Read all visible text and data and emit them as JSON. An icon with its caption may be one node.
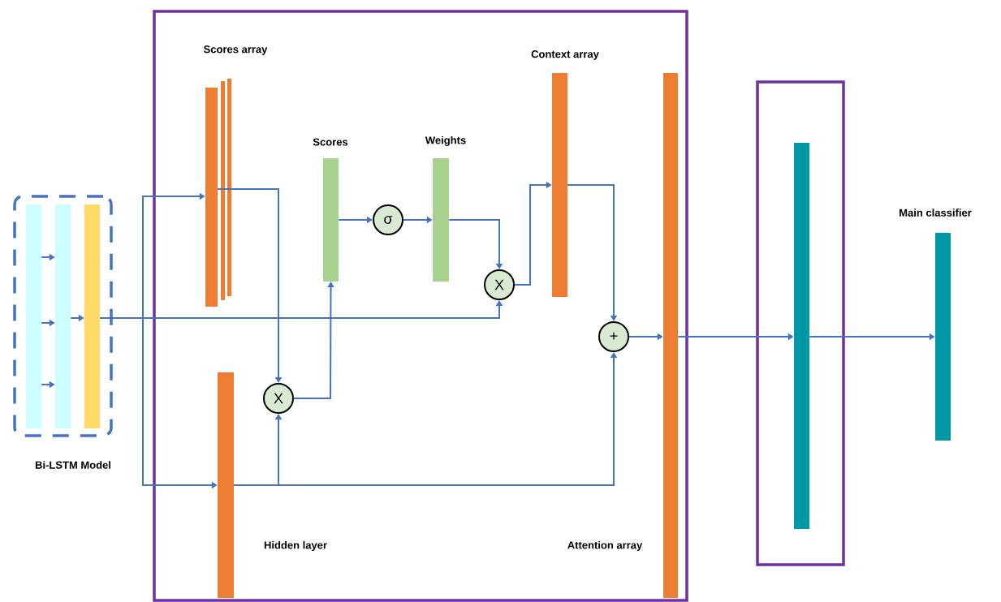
{
  "diagram": {
    "nodes": [
      {
        "text": [
          "Bi-LSTM Model"
        ]
      },
      {
        "text": [],
        "shape": "bar",
        "in": 0
      },
      {
        "text": [],
        "shape": "bar",
        "in": 0
      },
      {
        "text": [],
        "shape": "bar",
        "in": 0
      },
      {
        "text": [],
        "shape": "box"
      },
      {
        "text": [
          "Scores array"
        ],
        "in": 4
      },
      {
        "text": [
          "Hidden layer"
        ],
        "in": 4
      },
      {
        "text": [
          "Scores"
        ],
        "in": 4
      },
      {
        "text": [
          "Weights"
        ],
        "in": 4
      },
      {
        "text": [
          "Context array"
        ],
        "in": 4
      },
      {
        "text": [
          "Attention array"
        ],
        "in": 4
      },
      {
        "text": [
          "X"
        ],
        "in": 4
      },
      {
        "text": [
          "σ"
        ],
        "in": 4
      },
      {
        "text": [
          "X"
        ],
        "in": 4
      },
      {
        "text": [
          "+"
        ],
        "in": 4
      },
      {
        "text": [],
        "shape": "box"
      },
      {
        "text": [],
        "shape": "bar",
        "in": 15
      },
      {
        "text": [
          "Main classifier"
        ]
      }
    ],
    "edges": [
      {
        "from": 1,
        "to": 2,
        "arrow": "to"
      },
      {
        "from": 1,
        "to": 2,
        "arrow": "to"
      },
      {
        "from": 1,
        "to": 2,
        "arrow": "to"
      },
      {
        "from": 2,
        "to": 3,
        "arrow": "to"
      },
      {
        "from": 3,
        "to": 5,
        "arrow": "to"
      },
      {
        "from": 3,
        "to": 6,
        "arrow": "to"
      },
      {
        "from": 3,
        "to": 13,
        "arrow": "to"
      },
      {
        "from": 5,
        "to": 11,
        "arrow": "to"
      },
      {
        "from": 6,
        "to": 11,
        "arrow": "to"
      },
      {
        "from": 6,
        "to": 14,
        "arrow": "to"
      },
      {
        "from": 11,
        "to": 7,
        "arrow": "to"
      },
      {
        "from": 7,
        "to": 12,
        "arrow": "to"
      },
      {
        "from": 12,
        "to": 8,
        "arrow": "to"
      },
      {
        "from": 8,
        "to": 13,
        "arrow": "to"
      },
      {
        "from": 13,
        "to": 9,
        "arrow": "to"
      },
      {
        "from": 9,
        "to": 14,
        "arrow": "to"
      },
      {
        "from": 14,
        "to": 10,
        "arrow": "to"
      },
      {
        "from": 10,
        "to": 16,
        "arrow": "to"
      },
      {
        "from": 16,
        "to": 17,
        "arrow": "to"
      }
    ]
  }
}
